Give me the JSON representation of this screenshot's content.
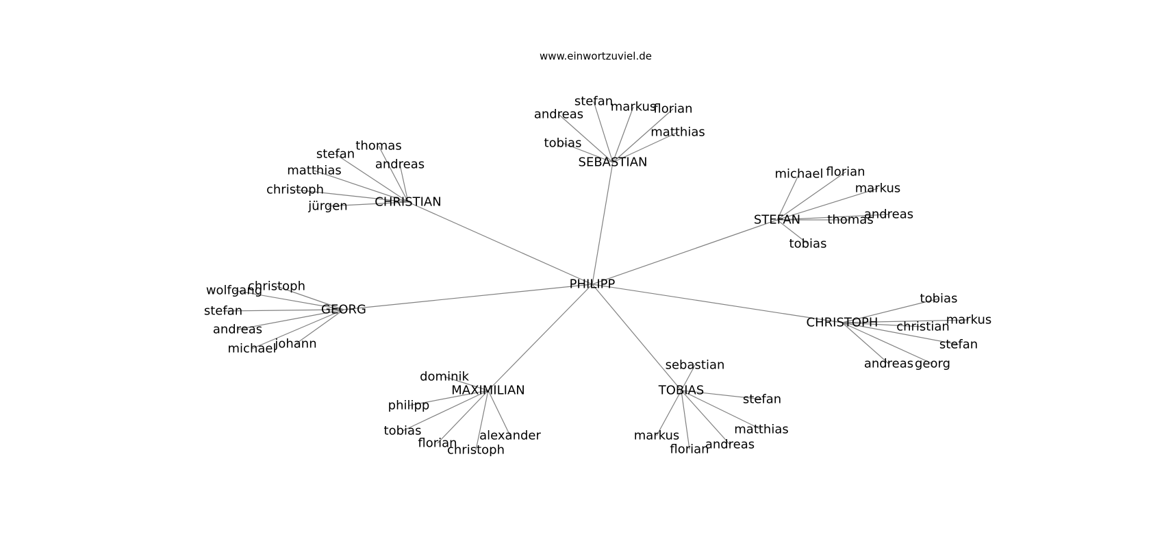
{
  "site": "www.einwortzuviel.de",
  "graph": {
    "center": "PHILIPP",
    "hubs": [
      {
        "name": "SEBASTIAN",
        "children": [
          "andreas",
          "stefan",
          "markus",
          "florian",
          "matthias",
          "tobias"
        ]
      },
      {
        "name": "CHRISTIAN",
        "children": [
          "thomas",
          "stefan",
          "andreas",
          "matthias",
          "christoph",
          "jürgen"
        ]
      },
      {
        "name": "STEFAN",
        "children": [
          "michael",
          "florian",
          "markus",
          "andreas",
          "thomas",
          "tobias"
        ]
      },
      {
        "name": "GEORG",
        "children": [
          "christoph",
          "wolfgang",
          "stefan",
          "andreas",
          "johann",
          "michael"
        ]
      },
      {
        "name": "CHRISTOPH",
        "children": [
          "tobias",
          "markus",
          "christian",
          "stefan",
          "georg",
          "andreas"
        ]
      },
      {
        "name": "MAXIMILIAN",
        "children": [
          "dominik",
          "philipp",
          "tobias",
          "florian",
          "christoph",
          "alexander"
        ]
      },
      {
        "name": "TOBIAS",
        "children": [
          "sebastian",
          "stefan",
          "matthias",
          "andreas",
          "florian",
          "markus"
        ]
      }
    ]
  }
}
